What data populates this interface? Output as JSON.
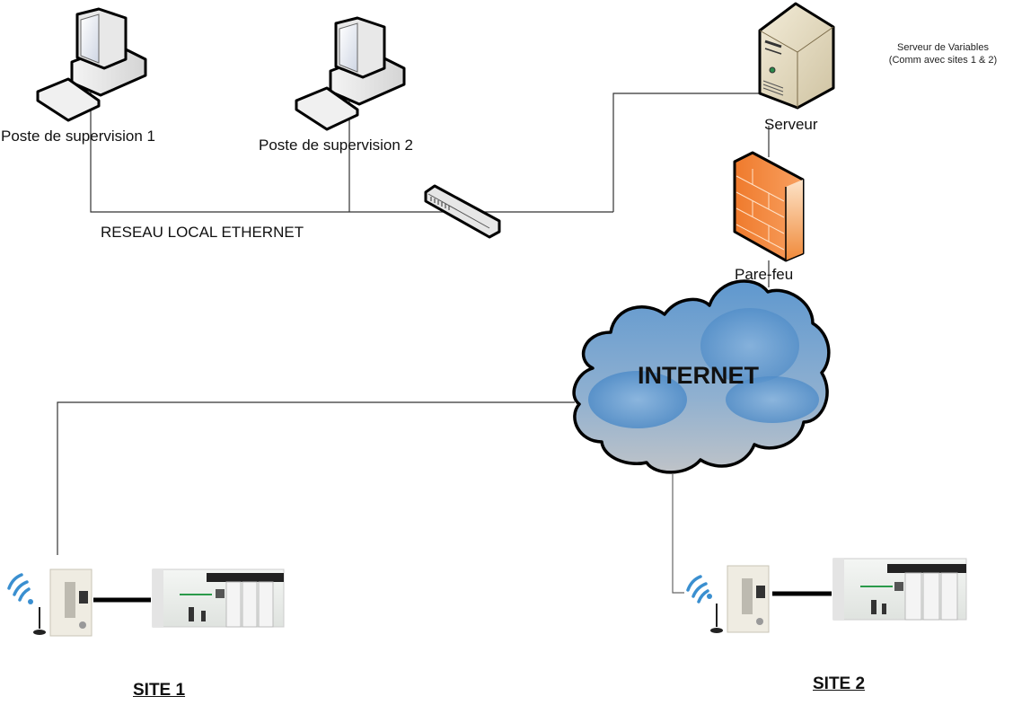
{
  "diagram": {
    "nodes": {
      "pc1": {
        "label": "Poste de supervision 1",
        "icon": "desktop-computer-icon"
      },
      "pc2": {
        "label": "Poste de supervision 2",
        "icon": "desktop-computer-icon"
      },
      "switch": {
        "label": "",
        "icon": "network-switch-icon"
      },
      "server": {
        "label": "Serveur",
        "icon": "tower-server-icon",
        "note_line1": "Serveur de Variables",
        "note_line2": "(Comm avec sites 1 & 2)"
      },
      "firewall": {
        "label": "Pare-feu",
        "icon": "firewall-icon"
      },
      "internet": {
        "label": "INTERNET",
        "icon": "cloud-icon"
      },
      "site1": {
        "label": "SITE 1",
        "modem_icon": "wireless-modem-icon",
        "plc_icon": "plc-rack-icon"
      },
      "site2": {
        "label": "SITE 2",
        "modem_icon": "wireless-modem-icon",
        "plc_icon": "plc-rack-icon"
      }
    },
    "network_label": "RESEAU LOCAL ETHERNET",
    "edges": [
      {
        "from": "pc1",
        "to": "switch"
      },
      {
        "from": "pc2",
        "to": "switch"
      },
      {
        "from": "switch",
        "to": "server"
      },
      {
        "from": "server",
        "to": "firewall"
      },
      {
        "from": "firewall",
        "to": "internet"
      },
      {
        "from": "internet",
        "to": "site1"
      },
      {
        "from": "internet",
        "to": "site2"
      },
      {
        "from": "site1.modem",
        "to": "site1.plc"
      },
      {
        "from": "site2.modem",
        "to": "site2.plc"
      }
    ],
    "colors": {
      "firewall": "#f07a30",
      "cloud_top": "#6a9fd0",
      "cloud_bottom": "#b8bec6",
      "wifi": "#3a8fd0"
    }
  }
}
